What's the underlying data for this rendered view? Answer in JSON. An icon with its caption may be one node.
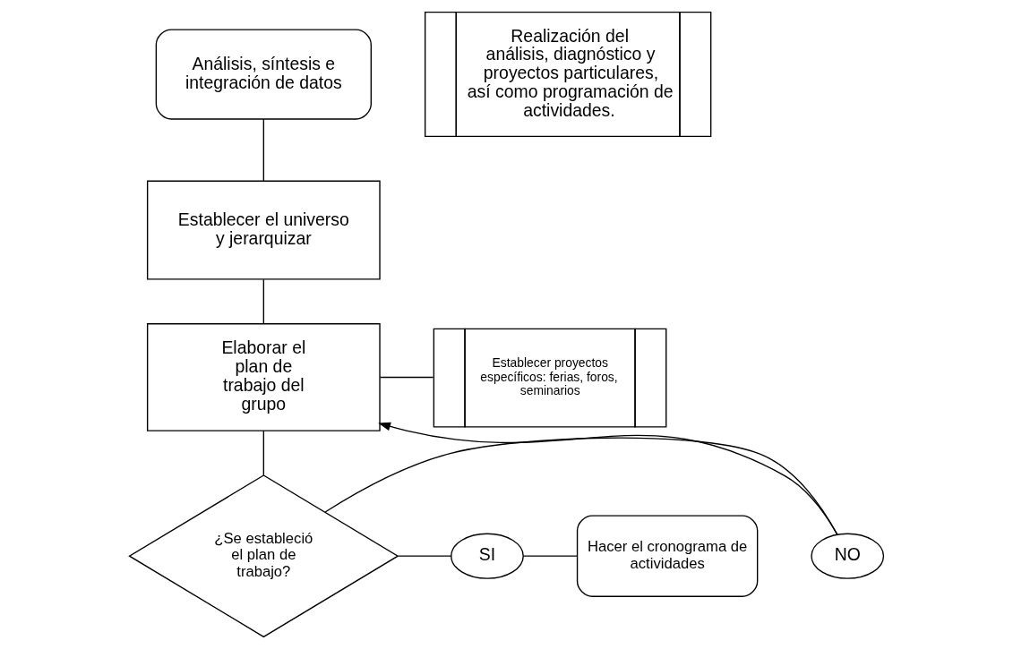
{
  "diagram": {
    "nodes": [
      {
        "text": [
          "Análisis, síntesis e integración de datos"
        ]
      },
      {
        "text": [
          "Establecer el universo y jerarquizar"
        ]
      },
      {
        "text": [
          "Elaborar el plan de trabajo del grupo"
        ]
      },
      {
        "text": [
          "Establecer proyectos específicos: ferias, foros, seminarios"
        ]
      },
      {
        "text": [
          "¿Se estableció el plan de trabajo?"
        ]
      },
      {
        "text": [
          "NO"
        ]
      },
      {
        "text": [
          "SI"
        ]
      },
      {
        "text": [
          "Hacer el cronograma de actividades"
        ]
      },
      {
        "text": [
          "Realización del análisis, diagnóstico y proyectos particulares, así como programación de actividades."
        ]
      }
    ],
    "edges": [
      {
        "from": 0,
        "to": 1,
        "arrow": "none"
      },
      {
        "from": 1,
        "to": 2,
        "arrow": "none"
      },
      {
        "from": 2,
        "to": 3,
        "arrow": "none"
      },
      {
        "from": 2,
        "to": 4,
        "arrow": "none"
      },
      {
        "from": 4,
        "to": 5,
        "arrow": "none"
      },
      {
        "from": 5,
        "to": 2,
        "arrow": "to"
      },
      {
        "from": 4,
        "to": 6,
        "arrow": "none"
      },
      {
        "from": 6,
        "to": 7,
        "arrow": "none"
      }
    ]
  }
}
